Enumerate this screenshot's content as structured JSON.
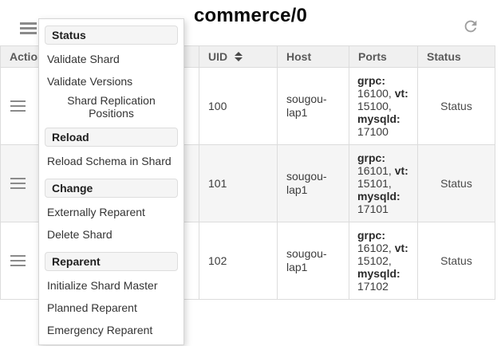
{
  "header": {
    "title": "commerce/0",
    "icons": {
      "menu_icon": "hamburger-icon",
      "refresh_icon": "refresh-icon"
    }
  },
  "menu": {
    "items": [
      {
        "type": "header",
        "label": "Status"
      },
      {
        "type": "item",
        "label": "Validate Shard"
      },
      {
        "type": "item",
        "label": "Validate Versions"
      },
      {
        "type": "item",
        "label": "Shard Replication Positions"
      },
      {
        "type": "header",
        "label": "Reload"
      },
      {
        "type": "item",
        "label": "Reload Schema in Shard"
      },
      {
        "type": "header",
        "label": "Change"
      },
      {
        "type": "item",
        "label": "Externally Reparent"
      },
      {
        "type": "item",
        "label": "Delete Shard"
      },
      {
        "type": "header",
        "label": "Reparent"
      },
      {
        "type": "item",
        "label": "Initialize Shard Master"
      },
      {
        "type": "item",
        "label": "Planned Reparent"
      },
      {
        "type": "item",
        "label": "Emergency Reparent"
      }
    ]
  },
  "table": {
    "columns": {
      "action": "Action",
      "hidden": "",
      "uid": "UID",
      "host": "Host",
      "ports": "Ports",
      "status": "Status"
    },
    "sort_icon": "sort-arrows-icon",
    "row_menu_icon": "hamburger-icon",
    "rows": [
      {
        "uid": "100",
        "host": "sougou-lap1",
        "ports": {
          "grpc_label": "grpc:",
          "grpc_value": "16100,",
          "vt_label": "vt:",
          "vt_value": "15100,",
          "mysqld_label": "mysqld:",
          "mysqld_value": "17100"
        },
        "status": "Status"
      },
      {
        "uid": "101",
        "host": "sougou-lap1",
        "ports": {
          "grpc_label": "grpc:",
          "grpc_value": "16101,",
          "vt_label": "vt:",
          "vt_value": "15101,",
          "mysqld_label": "mysqld:",
          "mysqld_value": "17101"
        },
        "status": "Status"
      },
      {
        "uid": "102",
        "host": "sougou-lap1",
        "ports": {
          "grpc_label": "grpc:",
          "grpc_value": "16102,",
          "vt_label": "vt:",
          "vt_value": "15102,",
          "mysqld_label": "mysqld:",
          "mysqld_value": "17102"
        },
        "status": "Status"
      }
    ]
  },
  "colors": {
    "header_bg": "#f0f0f0",
    "stripe_bg": "#f5f5f5",
    "border": "#dcdcdc",
    "icon_gray": "#8a8a8a"
  }
}
